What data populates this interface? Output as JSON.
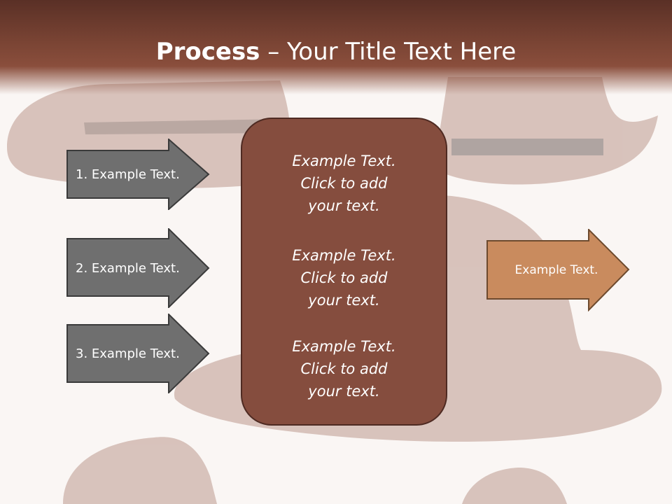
{
  "slide": {
    "title_bold": "Process",
    "title_rest": " – Your Title Text Here",
    "left_items": [
      {
        "label": "1. Example Text."
      },
      {
        "label": "2. Example Text."
      },
      {
        "label": "3. Example Text."
      }
    ],
    "center_items": [
      {
        "text": "Example Text.\nClick  to add\nyour text."
      },
      {
        "text": "Example Text.\nClick  to add\nyour text."
      },
      {
        "text": "Example Text.\nClick  to add\nyour text."
      }
    ],
    "output_label": "Example Text.",
    "colors": {
      "header": "#7a4434",
      "left_arrow_fill": "#6f6f6f",
      "center_box_fill": "#854d3e",
      "output_arrow_fill": "#c98b5e"
    }
  }
}
